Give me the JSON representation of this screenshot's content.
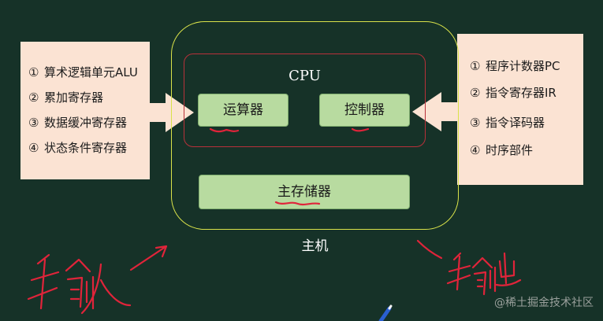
{
  "left_panel": {
    "items": [
      {
        "num": "①",
        "text": "算术逻辑单元ALU"
      },
      {
        "num": "②",
        "text": "累加寄存器"
      },
      {
        "num": "③",
        "text": "数据缓冲寄存器"
      },
      {
        "num": "④",
        "text": "状态条件寄存器"
      }
    ]
  },
  "right_panel": {
    "items": [
      {
        "num": "①",
        "text": "程序计数器PC"
      },
      {
        "num": "②",
        "text": "指令寄存器IR"
      },
      {
        "num": "③",
        "text": "指令译码器"
      },
      {
        "num": "④",
        "text": "时序部件"
      }
    ]
  },
  "cpu": {
    "title": "CPU",
    "alu_label": "运算器",
    "control_label": "控制器"
  },
  "memory_label": "主存储器",
  "host_label": "主机",
  "annotations": {
    "input": "输入",
    "output": "输出"
  },
  "watermark": "@稀土掘金技术社区",
  "colors": {
    "background": "#163228",
    "panel": "#fbe3d3",
    "unit": "#b8dba0",
    "host_border": "#d9e24a",
    "cpu_border": "#b8313a",
    "ink": "#e0243a"
  }
}
